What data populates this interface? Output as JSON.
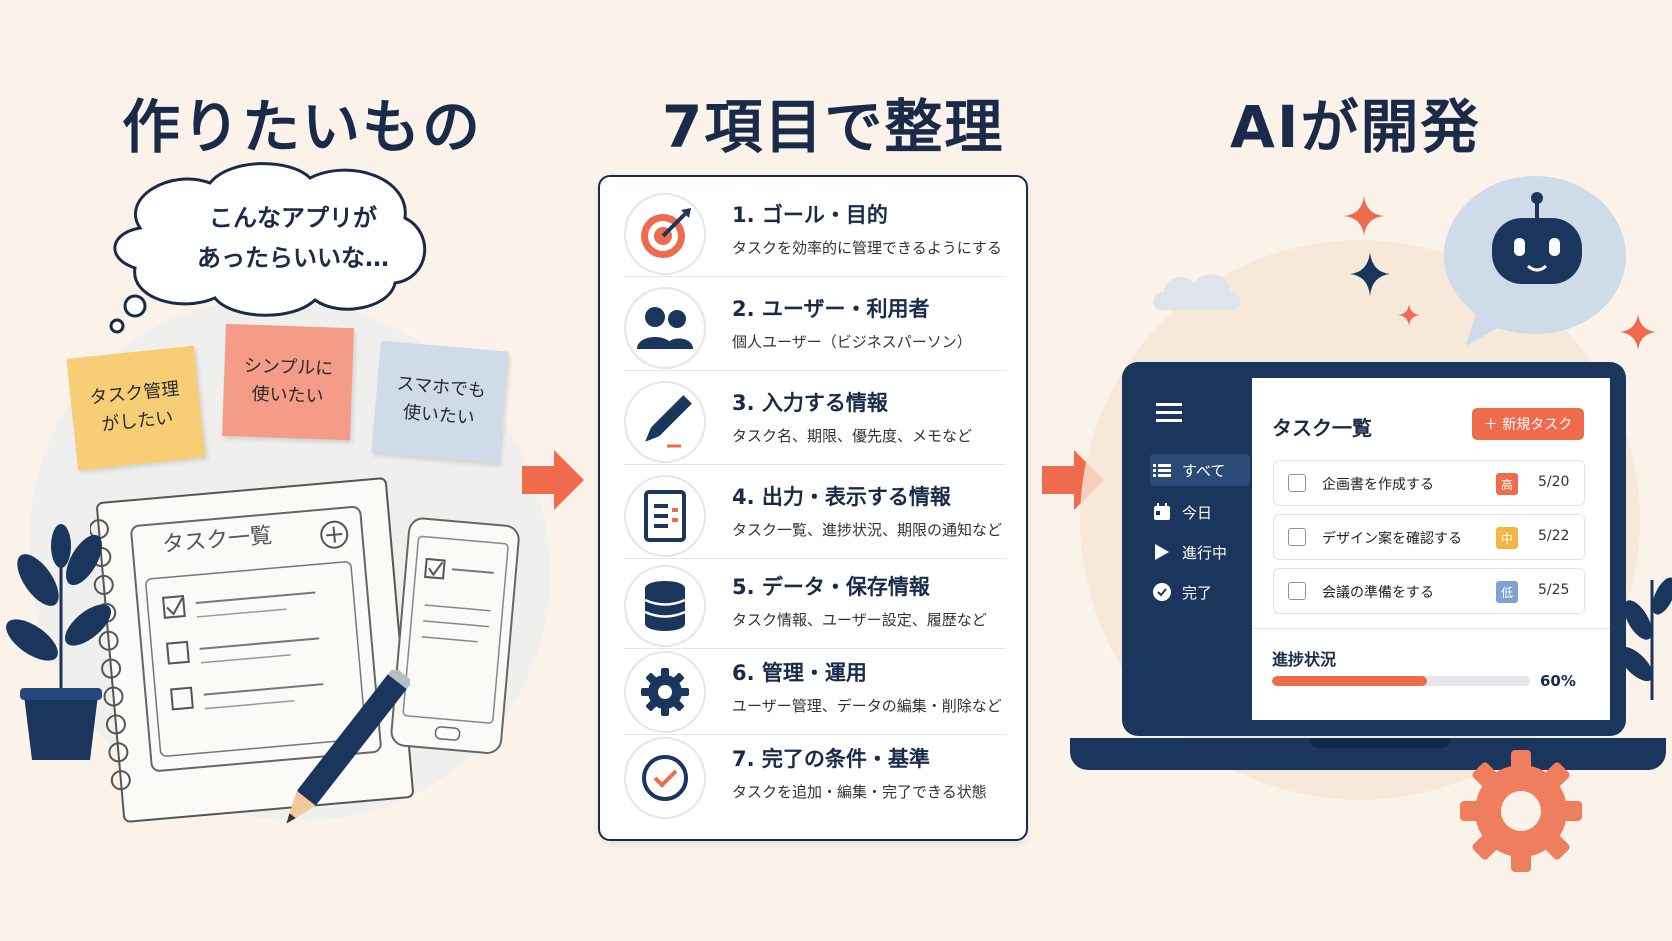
{
  "colors": {
    "navy": "#1b365d",
    "orange": "#ee6b4d",
    "yellow": "#f7cd76",
    "pink": "#f49c87",
    "blue": "#cfdbe8"
  },
  "left": {
    "title": "作りたいもの",
    "thought": [
      "こんなアプリが",
      "あったらいいな…"
    ],
    "notes": [
      {
        "text": "タスク管理\nがしたい",
        "color": "#f7cd76"
      },
      {
        "text": "シンプルに\n使いたい",
        "color": "#f49c87"
      },
      {
        "text": "スマホでも\n使いたい",
        "color": "#cfdbe8"
      }
    ],
    "sketch_title": "タスク一覧"
  },
  "middle": {
    "title": "7項目で整理",
    "items": [
      {
        "title": "1. ゴール・目的",
        "desc": "タスクを効率的に管理できるようにする",
        "icon": "target-icon"
      },
      {
        "title": "2. ユーザー・利用者",
        "desc": "個人ユーザー（ビジネスパーソン）",
        "icon": "users-icon"
      },
      {
        "title": "3. 入力する情報",
        "desc": "タスク名、期限、優先度、メモなど",
        "icon": "pencil-icon"
      },
      {
        "title": "4. 出力・表示する情報",
        "desc": "タスク一覧、進捗状況、期限の通知など",
        "icon": "document-icon"
      },
      {
        "title": "5. データ・保存情報",
        "desc": "タスク情報、ユーザー設定、履歴など",
        "icon": "database-icon"
      },
      {
        "title": "6. 管理・運用",
        "desc": "ユーザー管理、データの編集・削除など",
        "icon": "gear-icon"
      },
      {
        "title": "7. 完了の条件・基準",
        "desc": "タスクを追加・編集・完了できる状態",
        "icon": "check-circle-icon"
      }
    ]
  },
  "right": {
    "title": "AIが開発",
    "app": {
      "header": "タスク一覧",
      "new_task_button": "＋ 新規タスク",
      "nav": [
        "すべて",
        "今日",
        "進行中",
        "完了"
      ],
      "tasks": [
        {
          "name": "企画書を作成する",
          "priority": "高",
          "priority_color": "#ee6b4d",
          "date": "5/20"
        },
        {
          "name": "デザイン案を確認する",
          "priority": "中",
          "priority_color": "#f4b548",
          "date": "5/22"
        },
        {
          "name": "会議の準備をする",
          "priority": "低",
          "priority_color": "#7ea3cf",
          "date": "5/25"
        }
      ],
      "progress_label": "進捗状況",
      "progress_value": 0.6,
      "progress_text": "60%"
    }
  }
}
